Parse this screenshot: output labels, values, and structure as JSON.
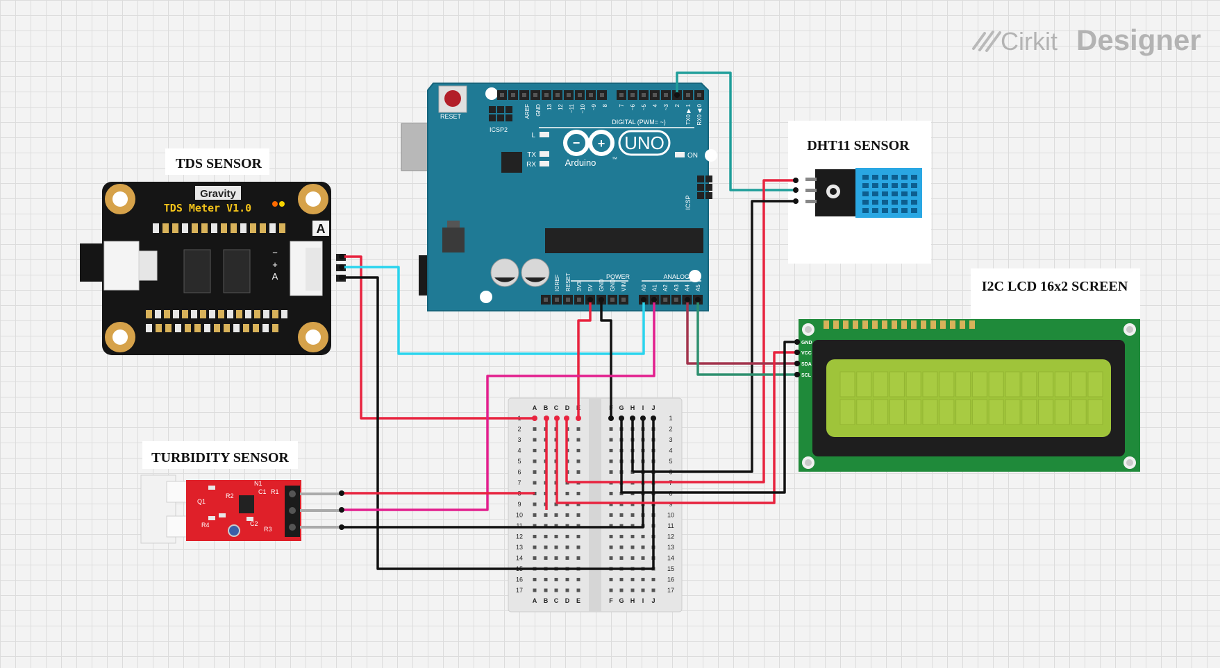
{
  "brand": {
    "name_light": "Cirkit",
    "name_bold": "Designer",
    "logo_icon": "cirkit-logo-icon"
  },
  "labels": {
    "tds": "TDS SENSOR",
    "turbidity": "TURBIDITY SENSOR",
    "dht11": "DHT11 SENSOR",
    "lcd": "I2C LCD 16x2 SCREEN"
  },
  "tds_board": {
    "brand": "Gravity",
    "model": "TDS Meter V1.0",
    "corner": "A",
    "pins": [
      "−",
      "+",
      "A"
    ]
  },
  "arduino": {
    "reset": "RESET",
    "icsp2": "ICSP2",
    "icsp": "ICSP",
    "logo_text": "Arduino",
    "uno": "UNO",
    "tm": "™",
    "digital_label": "DIGITAL (PWM= ~)",
    "power_label": "POWER",
    "analog_label": "ANALOG IN",
    "led_l": "L",
    "led_tx": "TX",
    "led_rx": "RX",
    "led_on": "ON",
    "top_header": [
      "AREF",
      "GND",
      "13",
      "12",
      "~11",
      "~10",
      "~9",
      "8",
      "7",
      "~6",
      "~5",
      "4",
      "~3",
      "2",
      "TX0 ▶ 1",
      "RX0 ◀ 0"
    ],
    "power_pins": [
      "IOREF",
      "RESET",
      "3V3",
      "5V",
      "GND",
      "GND",
      "VIN"
    ],
    "analog_pins": [
      "A0",
      "A1",
      "A2",
      "A3",
      "A4",
      "A5"
    ]
  },
  "lcd": {
    "pins": [
      "GND",
      "VCC",
      "SDA",
      "SCL"
    ]
  },
  "breadboard": {
    "cols_left": [
      "A",
      "B",
      "C",
      "D",
      "E"
    ],
    "cols_right": [
      "F",
      "G",
      "H",
      "I",
      "J"
    ],
    "rows": [
      "1",
      "2",
      "3",
      "4",
      "5",
      "6",
      "7",
      "8",
      "9",
      "10",
      "11",
      "12",
      "13",
      "14",
      "15",
      "16",
      "17"
    ]
  },
  "turbidity_board": {
    "silk": [
      "N1",
      "C1",
      "R2",
      "Q1",
      "R4",
      "C2",
      "R3",
      "R1"
    ]
  },
  "colors": {
    "red": "#e8233e",
    "black": "#111111",
    "cyan": "#2ad4ee",
    "magenta": "#e21e8d",
    "teal": "#1f9e9a",
    "maroon": "#a2344d",
    "green": "#2d8f6e",
    "arduino_blue": "#1f7a95",
    "lcd_green": "#9fc43a"
  }
}
